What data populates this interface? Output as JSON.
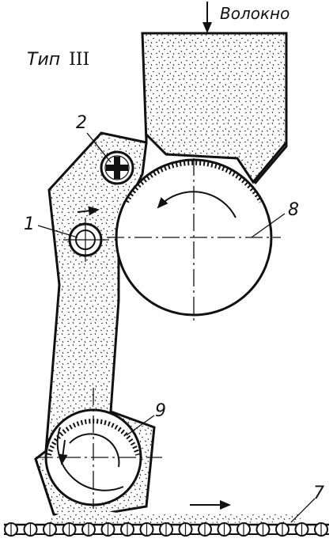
{
  "labels": {
    "input": "Волокно",
    "type": "Тип",
    "type_numeral": "III",
    "n1": "1",
    "n2": "2",
    "n7": "7",
    "n8": "8",
    "n9": "9"
  },
  "colors": {
    "ink": "#111111",
    "paper": "#ffffff",
    "fill": "#eeeeee"
  }
}
